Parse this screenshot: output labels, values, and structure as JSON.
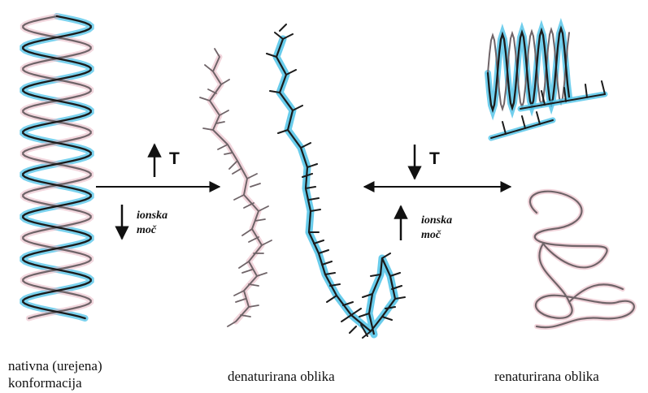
{
  "captions": {
    "native_line1": "nativna (urejena)",
    "native_line2": "konformacija",
    "denatured": "denaturirana oblika",
    "renatured": "renaturirana oblika"
  },
  "left_transition": {
    "temperature_label": "T",
    "temperature_change": "increase",
    "ionic_line1": "ionska",
    "ionic_line2": "moč",
    "ionic_change": "decrease"
  },
  "right_transition": {
    "temperature_label": "T",
    "temperature_change": "decrease",
    "ionic_line1": "ionska",
    "ionic_line2": "moč",
    "ionic_change": "increase"
  },
  "colors": {
    "strand_dark": "#1b1b1b",
    "strand_gray": "#6f6468",
    "highlight_blue": "#4fc3e8",
    "highlight_pink": "#e7b7c3"
  }
}
